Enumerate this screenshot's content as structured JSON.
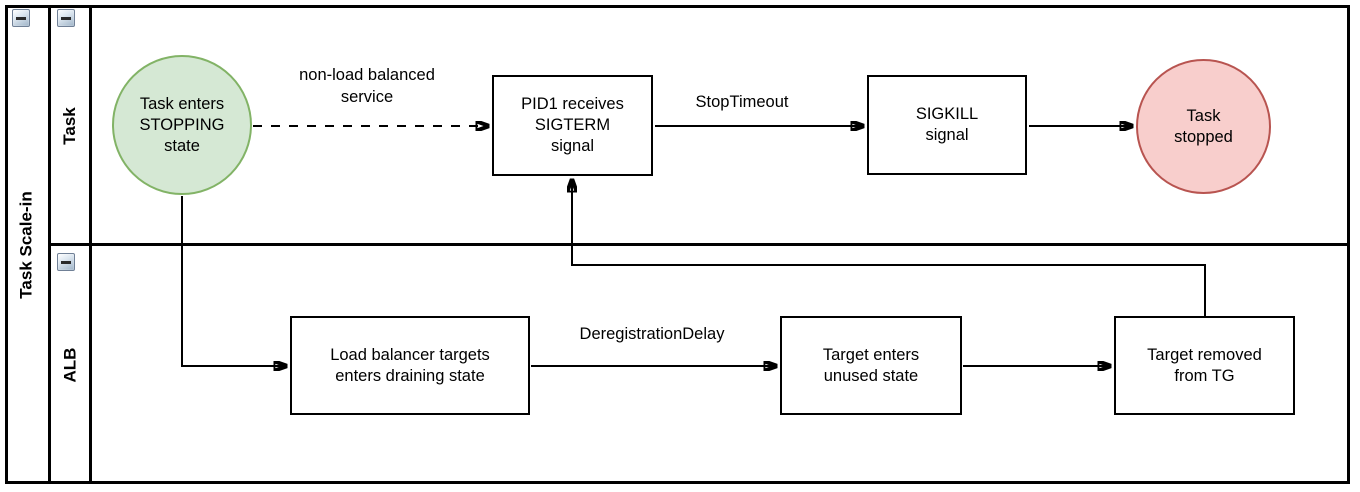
{
  "pool": {
    "title": "Task Scale-in"
  },
  "lanes": [
    {
      "label": "Task"
    },
    {
      "label": "ALB"
    }
  ],
  "nodes": {
    "task_stopping": {
      "label": "Task enters\nSTOPPING\nstate",
      "shape": "circle",
      "fill": "#d5e8d4",
      "stroke": "#82b366"
    },
    "pid1_sigterm": {
      "label": "PID1 receives\nSIGTERM\nsignal",
      "shape": "rect",
      "fill": "#ffffff",
      "stroke": "#000000"
    },
    "sigkill": {
      "label": "SIGKILL\nsignal",
      "shape": "rect",
      "fill": "#ffffff",
      "stroke": "#000000"
    },
    "task_stopped": {
      "label": "Task\nstopped",
      "shape": "circle",
      "fill": "#f8cecc",
      "stroke": "#b85450"
    },
    "draining": {
      "label": "Load balancer targets\nenters draining state",
      "shape": "rect",
      "fill": "#ffffff",
      "stroke": "#000000"
    },
    "unused": {
      "label": "Target enters\nunused state",
      "shape": "rect",
      "fill": "#ffffff",
      "stroke": "#000000"
    },
    "removed": {
      "label": "Target removed\nfrom TG",
      "shape": "rect",
      "fill": "#ffffff",
      "stroke": "#000000"
    }
  },
  "edge_labels": {
    "non_load_balanced": "non-load balanced\nservice",
    "stop_timeout": "StopTimeout",
    "deregistration_delay": "DeregistrationDelay"
  },
  "icons": {
    "collapse": "minus"
  },
  "colors": {
    "line": "#000000",
    "lane_border": "#000000",
    "start_fill": "#d5e8d4",
    "start_stroke": "#82b366",
    "end_fill": "#f8cecc",
    "end_stroke": "#b85450"
  }
}
